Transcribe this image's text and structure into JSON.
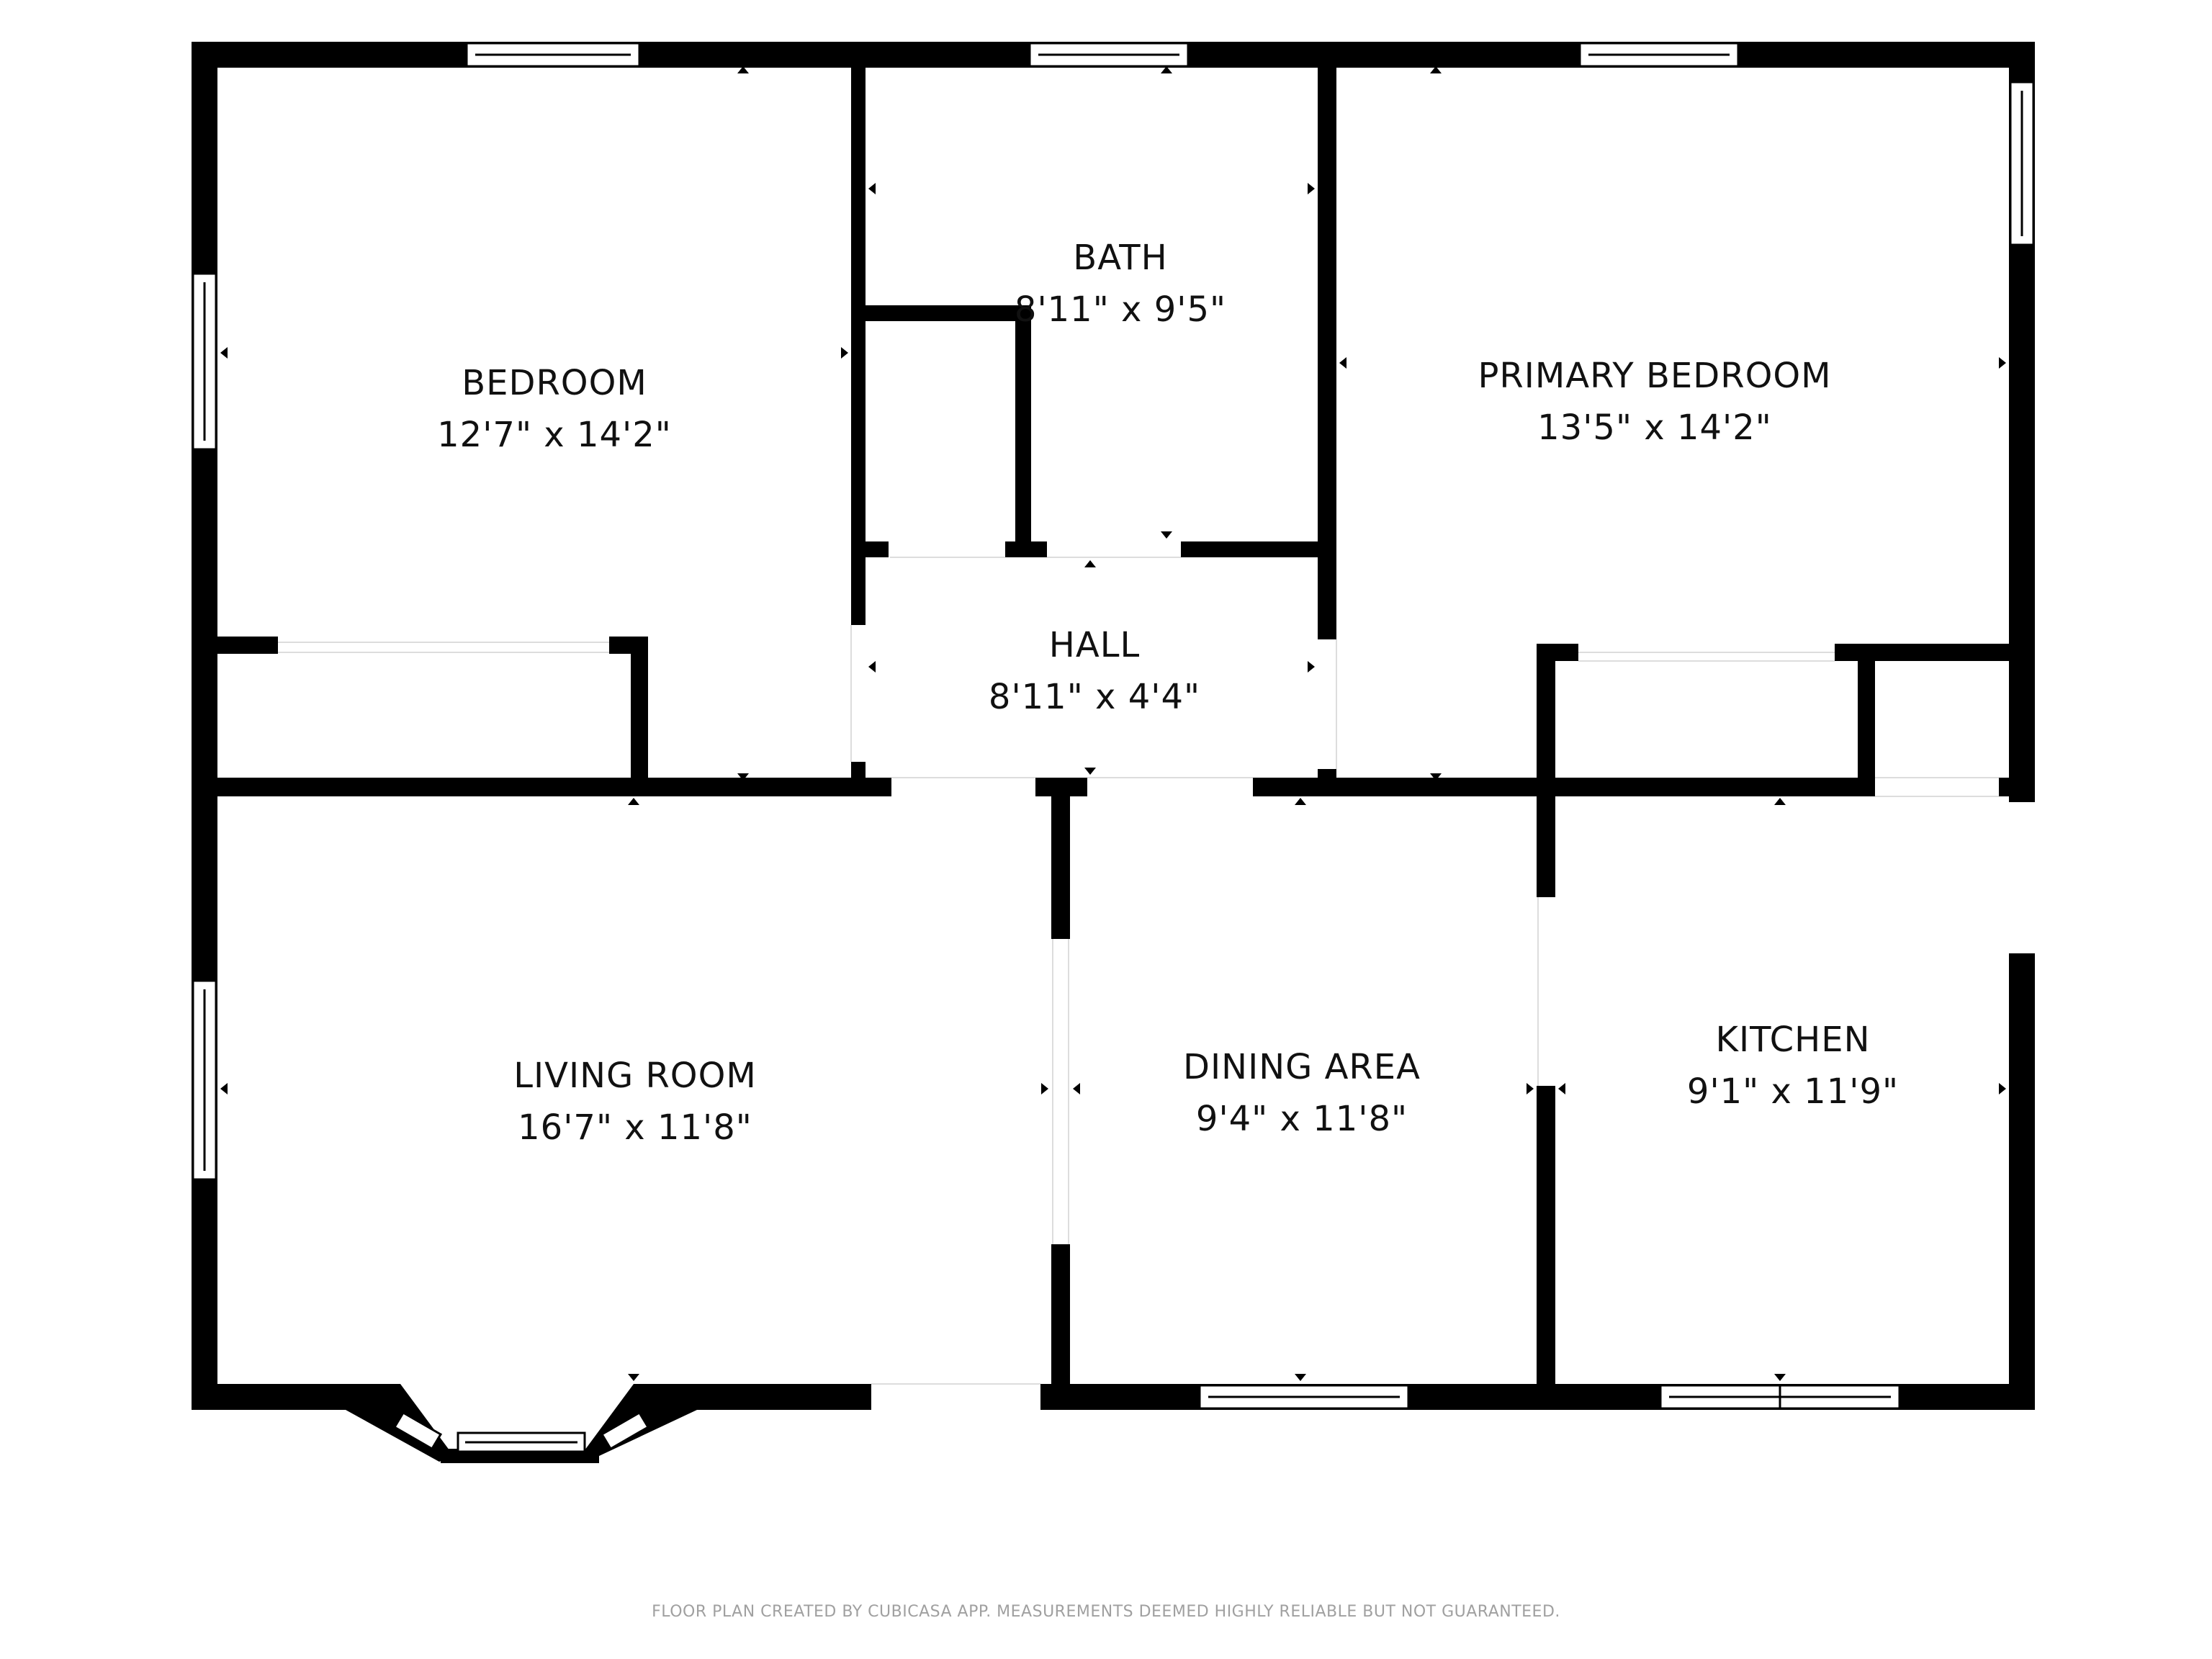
{
  "rooms": {
    "bedroom": {
      "name": "BEDROOM",
      "dimensions": "12'7\" x 14'2\""
    },
    "bath": {
      "name": "BATH",
      "dimensions": "8'11\" x 9'5\""
    },
    "primary_bedroom": {
      "name": "PRIMARY BEDROOM",
      "dimensions": "13'5\" x 14'2\""
    },
    "hall": {
      "name": "HALL",
      "dimensions": "8'11\" x 4'4\""
    },
    "living_room": {
      "name": "LIVING ROOM",
      "dimensions": "16'7\" x 11'8\""
    },
    "dining_area": {
      "name": "DINING AREA",
      "dimensions": "9'4\" x 11'8\""
    },
    "kitchen": {
      "name": "KITCHEN",
      "dimensions": "9'1\" x 11'9\""
    }
  },
  "footer": "FLOOR PLAN CREATED BY CUBICASA APP. MEASUREMENTS DEEMED HIGHLY RELIABLE BUT NOT GUARANTEED.",
  "colors": {
    "wall": "#000000",
    "background": "#ffffff",
    "footer_text": "#a0a0a0"
  }
}
